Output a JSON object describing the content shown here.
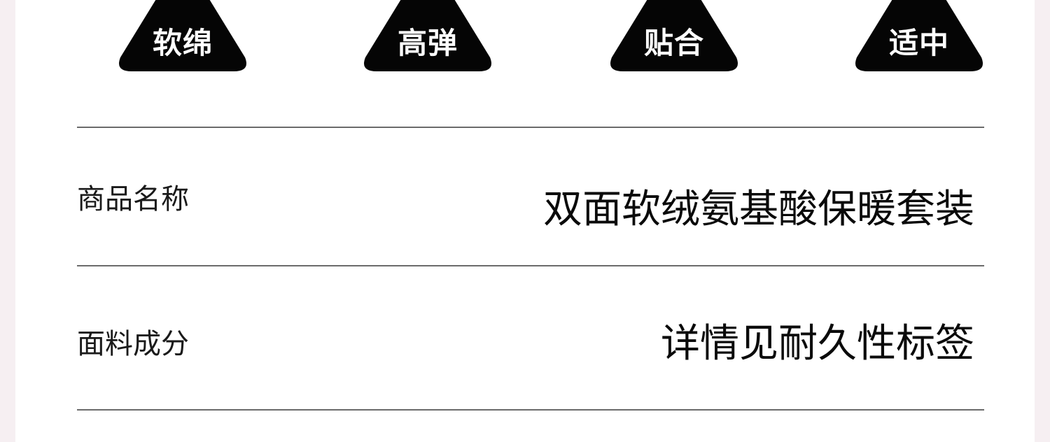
{
  "badges": [
    {
      "label": "软绵"
    },
    {
      "label": "高弹"
    },
    {
      "label": "贴合"
    },
    {
      "label": "适中"
    }
  ],
  "spec_rows": [
    {
      "label": "商品名称",
      "value": "双面软绒氨基酸保暖套装"
    },
    {
      "label": "面料成分",
      "value": "详情见耐久性标签"
    }
  ],
  "colors": {
    "page_background": "#f6eff2",
    "panel_background": "#ffffff",
    "badge_fill": "#050505",
    "badge_text": "#ffffff",
    "divider": "#6b6b6b",
    "text": "#111111"
  },
  "icons": {
    "badge_shape": "rounded-triangle-icon"
  }
}
